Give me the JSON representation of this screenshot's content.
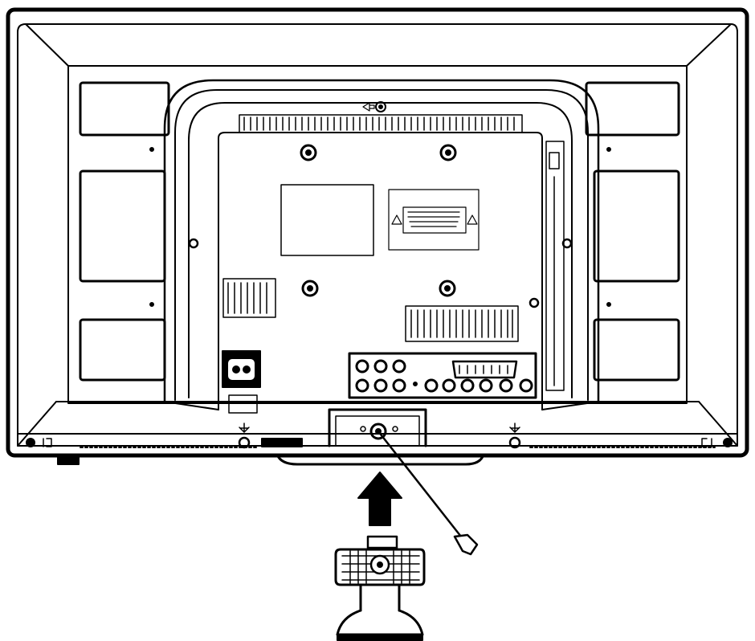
{
  "diagram": {
    "parts": [
      {
        "id": "tv-back-panel",
        "icon": "tv-rear-cabinet"
      },
      {
        "id": "power-socket",
        "icon": "ac-inlet-icon"
      },
      {
        "id": "stand-neck",
        "icon": "stand-neck-socket"
      },
      {
        "id": "screw",
        "icon": "screw-icon"
      },
      {
        "id": "stand-base",
        "icon": "stand-base"
      }
    ],
    "arrow": {
      "direction": "up",
      "icon": "arrow-up-icon"
    },
    "colors": {
      "line": "#000000",
      "background": "#ffffff"
    }
  }
}
